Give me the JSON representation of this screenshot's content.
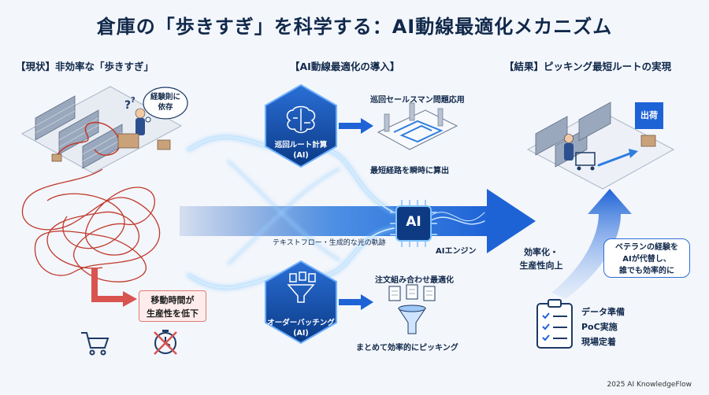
{
  "title": "倉庫の「歩きすぎ」を科学する：AI動線最適化メカニズム",
  "sections": {
    "current": "【現状】非効率な「歩きすぎ」",
    "ai": "【AI動線最適化の導入】",
    "result": "【結果】ピッキング最短ルートの実現"
  },
  "current": {
    "thought_line1": "経験則に",
    "thought_line2": "依存",
    "problem_line1": "移動時間が",
    "problem_line2": "生産性を低下"
  },
  "ai": {
    "route_calc_line1": "巡回ルート計算",
    "route_calc_line2": "(AI)",
    "tsp_label": "巡回セールスマン問題応用",
    "shortest_label": "最短経路を瞬時に算出",
    "textflow_label": "テキストフロー・生成的な光の軌跡",
    "ai_chip": "AI",
    "engine_label": "AIエンジン",
    "batching_line1": "オーダーバッチング",
    "batching_line2": "(AI)",
    "order_opt_label": "注文組み合わせ最適化",
    "batch_pick_label": "まとめて効率的にピッキング"
  },
  "result": {
    "shipping_sign": "出荷",
    "efficiency_line1": "効率化・",
    "efficiency_line2": "生産性向上",
    "bubble_line1": "ベテランの経験を",
    "bubble_line2": "AIが代替し、",
    "bubble_line3": "誰でも効率的に",
    "steps": [
      "データ準備",
      "PoC実施",
      "現場定着"
    ]
  },
  "footer": "2025 AI KnowledgeFlow"
}
